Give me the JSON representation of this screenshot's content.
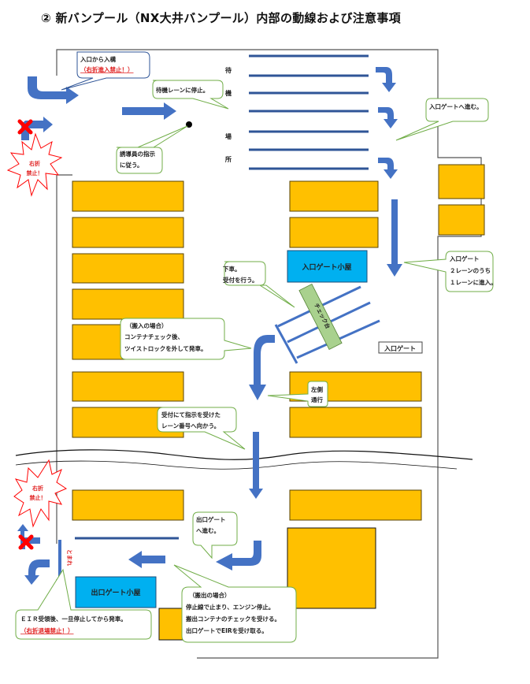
{
  "title": "② 新バンプール（NX大井バンプール）内部の動線および注意事項",
  "colors": {
    "arrow_blue": "#4472c4",
    "container_yellow": "#ffc000",
    "booth_blue": "#00b0f0",
    "check_green": "#a9d18e",
    "callout_green": "#70ad47",
    "callout_blue": "#2f5597",
    "warning_red": "#ff0000"
  },
  "waiting_area": {
    "label_chars": [
      "待",
      "機",
      "場",
      "所"
    ],
    "lane_count": 7
  },
  "callouts": {
    "entry": {
      "line1": "入口から入構",
      "line2": "（右折進入禁止！）"
    },
    "wait_lane": {
      "line1": "待機レーンに停止。"
    },
    "guide": {
      "line1": "誘導員の指示",
      "line2": "に従う。"
    },
    "to_gate": {
      "line1": "入口ゲートへ進む。"
    },
    "gate_lanes": {
      "line1": "入口ゲート",
      "line2": "２レーンのうち",
      "line3": "１レーンに進入。"
    },
    "dismount": {
      "line1": "下車。",
      "line2": "受付を行う。"
    },
    "import_case": {
      "line1": "（搬入の場合）",
      "line2": "コンテナチェック後、",
      "line3": "ツイストロックを外して発車。"
    },
    "left_side": {
      "line1": "左側",
      "line2": "通行"
    },
    "assigned_lane": {
      "line1": "受付にて指示を受けた",
      "line2": "レーン番号へ向かう。"
    },
    "to_exit": {
      "line1": "出口ゲート",
      "line2": "へ進む。"
    },
    "export_case": {
      "line1": "（搬出の場合）",
      "line2": "停止線で止まり、エンジン停止。",
      "line3": "搬出コンテナのチェックを受ける。",
      "line4": "出口ゲートでEIRを受け取る。"
    },
    "eir": {
      "line1": "ＥＩＲ受領後、一旦停止してから発車。",
      "line2": "（右折退場禁止！）"
    }
  },
  "warnings": {
    "no_right_turn_top": {
      "line1": "右折",
      "line2": "禁止！"
    },
    "no_right_turn_bottom": {
      "line1": "右折",
      "line2": "禁止！"
    },
    "stop_mark": "とまれ"
  },
  "labels": {
    "entry_booth": "入口ゲート小屋",
    "check_platform": "チェック台",
    "entry_gate": "入口ゲート",
    "exit_booth": "出口ゲート小屋"
  },
  "icons": {
    "no_entry": "red-x-icon",
    "flow_arrow": "blue-arrow-icon"
  }
}
